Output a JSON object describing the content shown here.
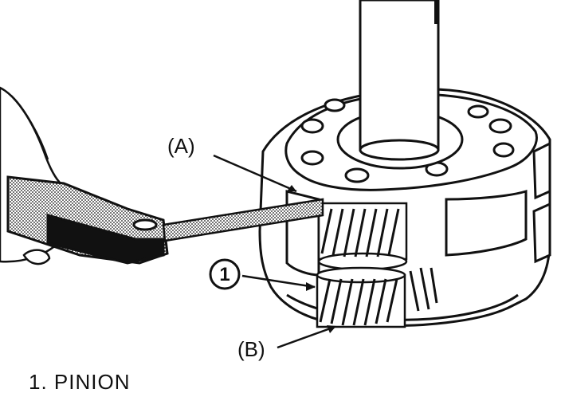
{
  "labels": {
    "a": "(A)",
    "b": "(B)",
    "callout_1": "1"
  },
  "caption": "1. PINION",
  "colors": {
    "ink": "#111111",
    "paper": "#ffffff"
  }
}
